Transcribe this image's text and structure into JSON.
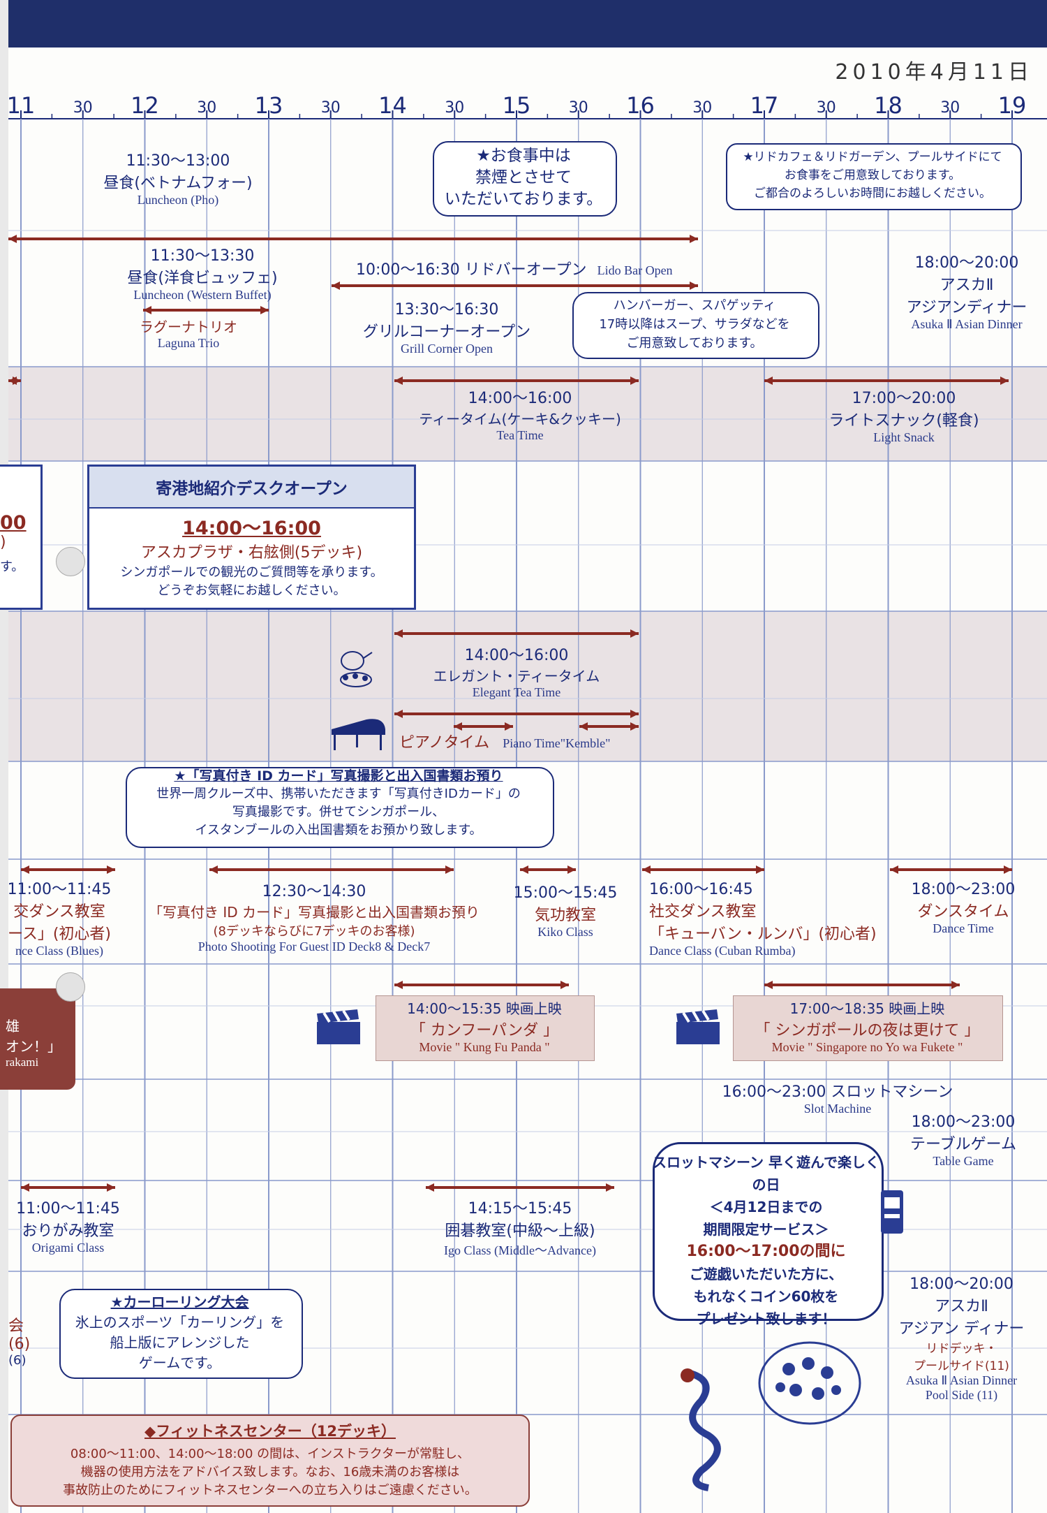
{
  "header": {
    "date": "2010年4月11日"
  },
  "timeline": {
    "hours": [
      "11",
      "12",
      "13",
      "14",
      "15",
      "16",
      "17",
      "18",
      "19"
    ],
    "half": "30"
  },
  "dining": {
    "pho": {
      "time": "11:30～13:00",
      "title": "昼食(ベトナムフォー)",
      "en": "Luncheon (Pho)"
    },
    "smoke": {
      "l1": "★お食事中は",
      "l2": "禁煙とさせて",
      "l3": "いただいております。"
    },
    "lido_note": {
      "l1": "★リドカフェ＆リドガーデン、プールサイドにて",
      "l2": "お食事をご用意致しております。",
      "l3": "ご都合のよろしいお時間にお越しください。"
    },
    "buffet": {
      "time": "11:30～13:30",
      "title": "昼食(洋食ビュッフェ)",
      "en": "Luncheon (Western Buffet)"
    },
    "lidobar": {
      "title": "10:00～16:30 リドバーオープン",
      "en": "Lido Bar Open"
    },
    "asian": {
      "time": "18:00～20:00",
      "title": "アスカⅡ",
      "title2": "アジアンディナー",
      "en": "Asuka Ⅱ Asian Dinner"
    },
    "laguna": {
      "title": "ラグーナトリオ",
      "en": "Laguna Trio"
    },
    "grill": {
      "time": "13:30～16:30",
      "title": "グリルコーナーオープン",
      "en": "Grill Corner Open"
    },
    "hamburger": {
      "l1": "ハンバーガー、スパゲッティ",
      "l2": "17時以降はスープ、サラダなどを",
      "l3": "ご用意致しております。"
    },
    "tea": {
      "time": "14:00～16:00",
      "title": "ティータイム(ケーキ&クッキー)",
      "en": "Tea Time"
    },
    "snack": {
      "time": "17:00～20:00",
      "title": "ライトスナック(軽食)",
      "en": "Light Snack"
    }
  },
  "port_desk": {
    "header": "寄港地紹介デスクオープン",
    "time": "14:00～16:00",
    "place": "アスカプラザ・右舷側(5デッキ)",
    "l1": "シンガポールでの観光のご質問等を承ります。",
    "l2": "どうぞお気軽にお越しください。",
    "left_time": "00",
    "left_paren": ")",
    "left_end": "す。"
  },
  "elegant": {
    "time": "14:00～16:00",
    "title": "エレガント・ティータイム",
    "en": "Elegant Tea Time",
    "piano": "ピアノタイム",
    "piano_en": "Piano Time\"Kemble\""
  },
  "idcard": {
    "head": "★「写真付き ID カード」写真撮影と出入国書類お預り",
    "l1": "世界一周クルーズ中、携帯いただきます「写真付きIDカード」の",
    "l2": "写真撮影です。併せてシンガポール、",
    "l3": "イスタンブールの入出国書類をお預かり致します。"
  },
  "events": {
    "dance1": {
      "time": "11:00～11:45",
      "l1": "交ダンス教室",
      "l2": "ース」(初心者)",
      "en": "nce Class (Blues)"
    },
    "photo": {
      "time": "12:30～14:30",
      "title": "「写真付き ID カード」写真撮影と出入国書類お預り",
      "sub": "(8デッキならびに7デッキのお客様)",
      "en": "Photo Shooting For Guest ID Deck8 & Deck7"
    },
    "kiko": {
      "time": "15:00～15:45",
      "title": "気功教室",
      "en": "Kiko Class"
    },
    "dance2": {
      "time": "16:00～16:45",
      "l1": "社交ダンス教室",
      "l2": "「キューバン・ルンバ」(初心者)",
      "en": "Dance Class (Cuban Rumba)"
    },
    "dancetime": {
      "time": "18:00～23:00",
      "title": "ダンスタイム",
      "en": "Dance Time"
    },
    "left_red": {
      "l1": "雄",
      "l2": "オン！」",
      "l3": "rakami"
    }
  },
  "movies": {
    "m1": {
      "time": "14:00～15:35 映画上映",
      "title": "「 カンフーパンダ 」",
      "en": "Movie \" Kung Fu Panda \""
    },
    "m2": {
      "time": "17:00～18:35 映画上映",
      "title": "「 シンガポールの夜は更けて 」",
      "en": "Movie \" Singapore no Yo wa Fukete \""
    }
  },
  "casino": {
    "slot": {
      "title": "16:00～23:00 スロットマシーン",
      "en": "Slot Machine"
    },
    "table": {
      "time": "18:00～23:00",
      "title": "テーブルゲーム",
      "en": "Table Game"
    },
    "promo": {
      "head": "スロットマシーン 早く遊んで楽しくの日",
      "l1": "＜4月12日までの",
      "l2": "期間限定サービス＞",
      "l3": "16:00～17:00の間に",
      "l4": "ご遊戯いただいた方に、",
      "l5": "もれなくコイン60枚を",
      "l6": "プレゼント致します！"
    }
  },
  "classes": {
    "origami": {
      "time": "11:00～11:45",
      "title": "おりがみ教室",
      "en": "Origami Class"
    },
    "igo": {
      "time": "14:15～15:45",
      "title": "囲碁教室(中級～上級)",
      "en": "Igo Class (Middle～Advance)"
    },
    "asian2": {
      "time": "18:00～20:00",
      "title": "アスカⅡ",
      "title2": "アジアン ディナー",
      "sub1": "リドデッキ・",
      "sub2": "プールサイド(11)",
      "en": "Asuka Ⅱ Asian Dinner",
      "en2": "Pool Side (11)"
    }
  },
  "curling": {
    "head": "★カーローリング大会",
    "l1": "氷上のスポーツ「カーリング」を",
    "l2": "船上版にアレンジした",
    "l3": "ゲームです。",
    "left1": "会",
    "left2": "(6)",
    "left3": "(6)"
  },
  "fitness": {
    "head": "◆フィットネスセンター（12デッキ）",
    "l1": "08:00～11:00、14:00～18:00 の間は、インストラクターが常駐し、",
    "l2": "機器の使用方法をアドバイス致します。なお、16歳未満のお客様は",
    "l3": "事故防止のためにフィットネスセンターへの立ち入りはご遠慮ください。"
  },
  "colors": {
    "navy": "#1b2a78",
    "red": "#8b2a22",
    "grid": "#8a9acb"
  }
}
